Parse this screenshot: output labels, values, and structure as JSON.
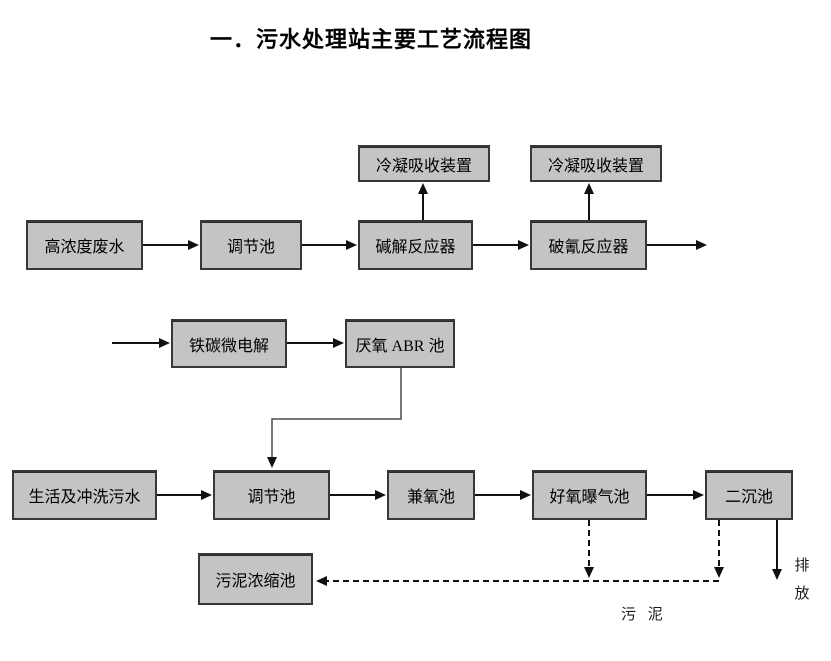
{
  "title": "一．污水处理站主要工艺流程图",
  "colors": {
    "background": "#ffffff",
    "box_fill": "#c4c4c4",
    "box_border": "#383838",
    "line": "#111111",
    "text": "#000000"
  },
  "nodes": {
    "high_conc_wastewater": {
      "label": "高浓度废水"
    },
    "regulating_tank_top": {
      "label": "调节池"
    },
    "alkaline_reactor": {
      "label": "碱解反应器"
    },
    "cyanide_reactor": {
      "label": "破氰反应器"
    },
    "condenser_left": {
      "label": "冷凝吸收装置"
    },
    "condenser_right": {
      "label": "冷凝吸收装置"
    },
    "iron_carbon_electrolysis": {
      "label": "铁碳微电解"
    },
    "anaerobic_abr_tank": {
      "label": "厌氧 ABR 池"
    },
    "domestic_flushing_sewage": {
      "label": "生活及冲洗污水"
    },
    "regulating_tank_bottom": {
      "label": "调节池"
    },
    "facultative_tank": {
      "label": "兼氧池"
    },
    "aerobic_aeration_tank": {
      "label": "好氧曝气池"
    },
    "secondary_clarifier": {
      "label": "二沉池"
    },
    "sludge_thickener": {
      "label": "污泥浓缩池"
    }
  },
  "labels": {
    "discharge": "排放",
    "sludge": "污 泥"
  },
  "edges": [
    {
      "from": "high_conc_wastewater",
      "to": "regulating_tank_top",
      "style": "solid-arrow"
    },
    {
      "from": "regulating_tank_top",
      "to": "alkaline_reactor",
      "style": "solid-arrow"
    },
    {
      "from": "alkaline_reactor",
      "to": "cyanide_reactor",
      "style": "solid-arrow"
    },
    {
      "from": "cyanide_reactor",
      "to": "outflow-right",
      "style": "solid-arrow"
    },
    {
      "from": "alkaline_reactor",
      "to": "condenser_left",
      "style": "solid-arrow-up"
    },
    {
      "from": "cyanide_reactor",
      "to": "condenser_right",
      "style": "solid-arrow-up"
    },
    {
      "from": "inflow-left",
      "to": "iron_carbon_electrolysis",
      "style": "solid-arrow"
    },
    {
      "from": "iron_carbon_electrolysis",
      "to": "anaerobic_abr_tank",
      "style": "solid-arrow"
    },
    {
      "from": "anaerobic_abr_tank",
      "to": "regulating_tank_bottom",
      "style": "solid-arrow-elbow"
    },
    {
      "from": "domestic_flushing_sewage",
      "to": "regulating_tank_bottom",
      "style": "solid-arrow"
    },
    {
      "from": "regulating_tank_bottom",
      "to": "facultative_tank",
      "style": "solid-arrow"
    },
    {
      "from": "facultative_tank",
      "to": "aerobic_aeration_tank",
      "style": "solid-arrow"
    },
    {
      "from": "aerobic_aeration_tank",
      "to": "secondary_clarifier",
      "style": "solid-arrow"
    },
    {
      "from": "secondary_clarifier",
      "to": "discharge",
      "style": "solid-arrow-down"
    },
    {
      "from": "aerobic_aeration_tank",
      "to": "sludge-line",
      "style": "dashed-arrow-down"
    },
    {
      "from": "secondary_clarifier",
      "to": "sludge-line",
      "style": "dashed-arrow-down"
    },
    {
      "from": "sludge-line",
      "to": "sludge_thickener",
      "style": "dashed-arrow-left"
    }
  ]
}
